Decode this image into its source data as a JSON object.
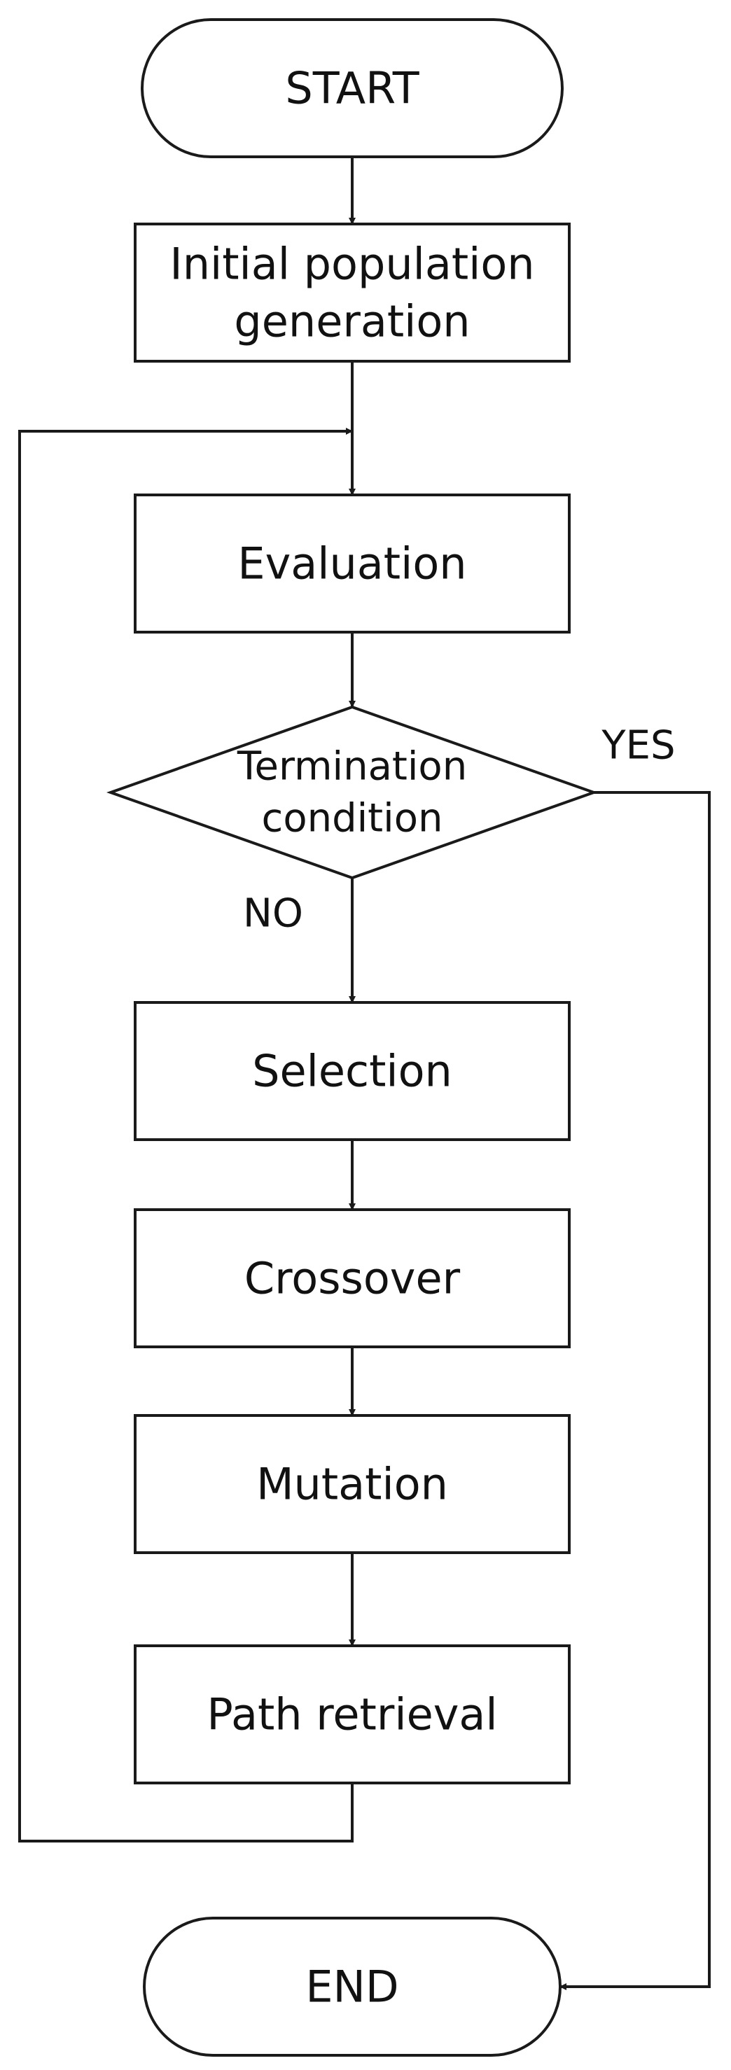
{
  "diagram": {
    "nodes": [
      {
        "id": "start",
        "shape": "terminal",
        "lines": [
          "START"
        ]
      },
      {
        "id": "init",
        "shape": "process",
        "lines": [
          "Initial population",
          "generation"
        ]
      },
      {
        "id": "evaluation",
        "shape": "process",
        "lines": [
          "Evaluation"
        ]
      },
      {
        "id": "termination",
        "shape": "decision",
        "lines": [
          "Termination",
          "condition"
        ]
      },
      {
        "id": "selection",
        "shape": "process",
        "lines": [
          "Selection"
        ]
      },
      {
        "id": "crossover",
        "shape": "process",
        "lines": [
          "Crossover"
        ]
      },
      {
        "id": "mutation",
        "shape": "process",
        "lines": [
          "Mutation"
        ]
      },
      {
        "id": "path",
        "shape": "process",
        "lines": [
          "Path retrieval"
        ]
      },
      {
        "id": "end",
        "shape": "terminal",
        "lines": [
          "END"
        ]
      }
    ],
    "edges": [
      {
        "from": "start",
        "to": "init",
        "label": ""
      },
      {
        "from": "init",
        "to": "evaluation",
        "label": ""
      },
      {
        "from": "evaluation",
        "to": "termination",
        "label": ""
      },
      {
        "from": "termination",
        "to": "selection",
        "label": "NO"
      },
      {
        "from": "termination",
        "to": "end",
        "label": "YES"
      },
      {
        "from": "selection",
        "to": "crossover",
        "label": ""
      },
      {
        "from": "crossover",
        "to": "mutation",
        "label": ""
      },
      {
        "from": "mutation",
        "to": "path",
        "label": ""
      },
      {
        "from": "path",
        "to": "evaluation",
        "label": ""
      }
    ]
  }
}
